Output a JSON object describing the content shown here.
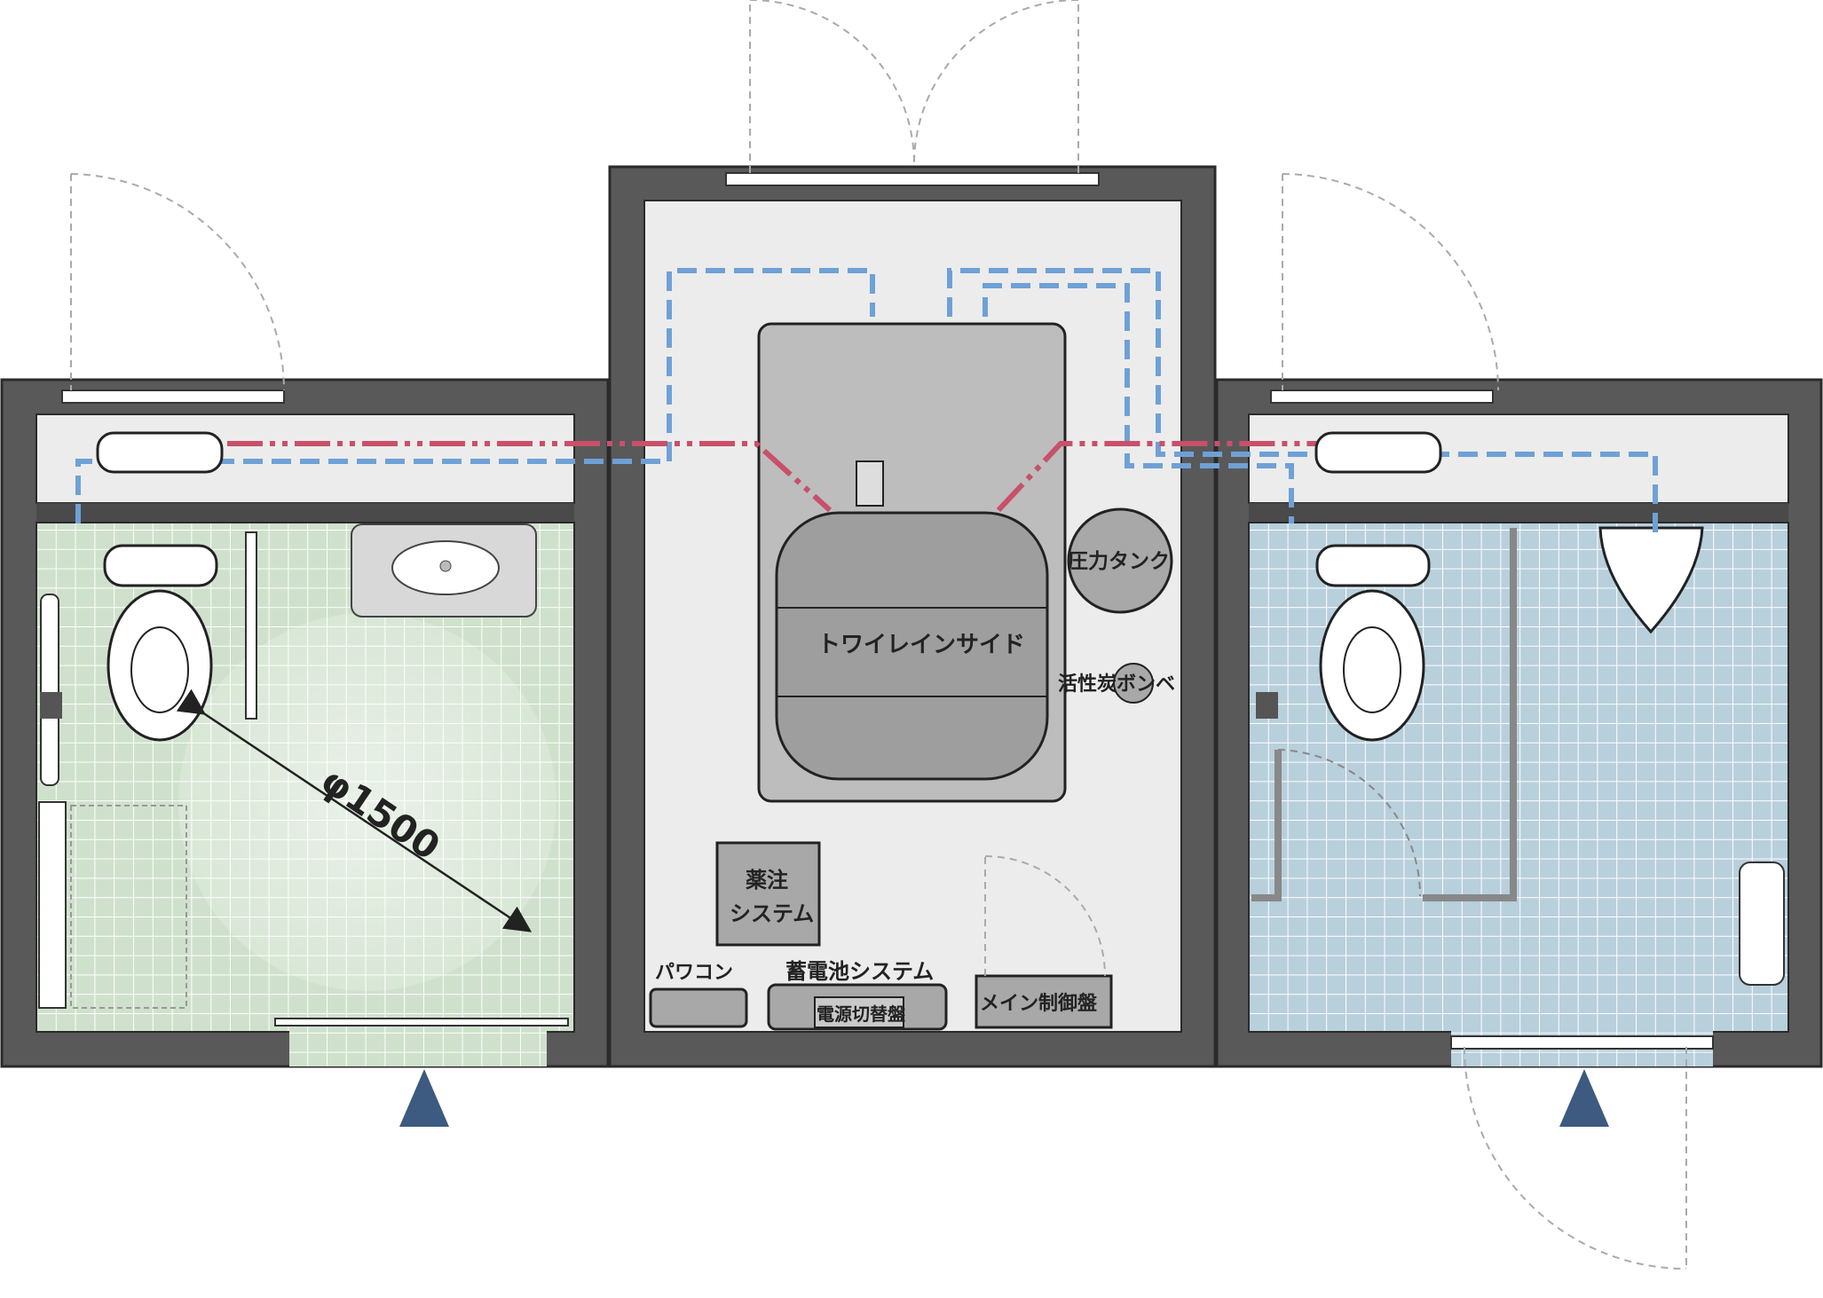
{
  "labels": {
    "diameter": "φ1500",
    "pressure_tank": "圧力タンク",
    "tank_name": "トワイレインサイド",
    "carbon_cylinder": "活性炭ボンベ",
    "chem_system_line1": "薬注",
    "chem_system_line2": "システム",
    "power_conditioner": "パワコン",
    "battery_system": "蓄電池システム",
    "power_switch_panel": "電源切替盤",
    "main_control_panel": "メイン制御盤"
  },
  "colors": {
    "wall": "#595959",
    "wall_outline": "#2a2a2a",
    "left_floor": "#cfe1cc",
    "left_grid": "#ffffff",
    "right_floor": "#b8cfdc",
    "right_grid": "#ffffff",
    "center_floor": "#ececec",
    "pipe_red": "#c8506a",
    "pipe_blue": "#6fa1d6",
    "entrance_marker": "#3d5a80",
    "equipment": "#a8a8a8"
  },
  "icons": {
    "entrance_left": "entrance-arrow-icon",
    "entrance_right": "entrance-arrow-icon"
  }
}
